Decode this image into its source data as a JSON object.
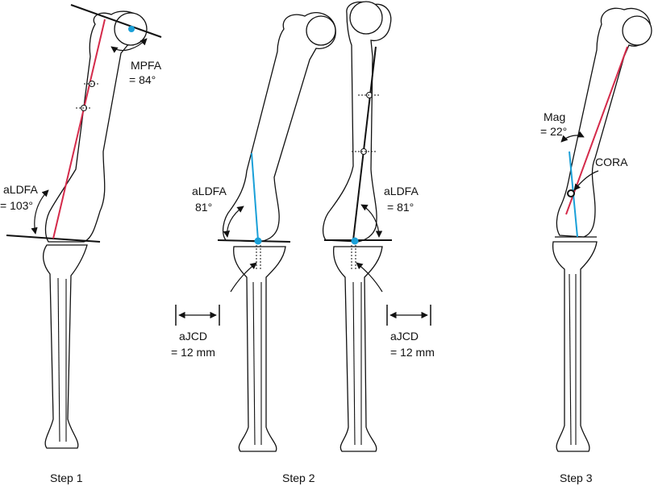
{
  "colors": {
    "red_axis": "#d42a4a",
    "blue_axis": "#1aa0d8",
    "ink": "#111111"
  },
  "step1": {
    "mpfa_label": "MPFA",
    "mpfa_value": "= 84°",
    "aldfa_label": "aLDFA",
    "aldfa_value": "= 103°",
    "caption": "Step 1"
  },
  "step2": {
    "left": {
      "aldfa_label": "aLDFA",
      "aldfa_value": "81°",
      "ajcd_label": "aJCD",
      "ajcd_value": "= 12 mm"
    },
    "right": {
      "aldfa_label": "aLDFA",
      "aldfa_value": "= 81°",
      "ajcd_label": "aJCD",
      "ajcd_value": "= 12 mm"
    },
    "caption": "Step 2"
  },
  "step3": {
    "mag_label": "Mag",
    "mag_value": "= 22°",
    "cora_label": "CORA",
    "caption": "Step 3"
  }
}
